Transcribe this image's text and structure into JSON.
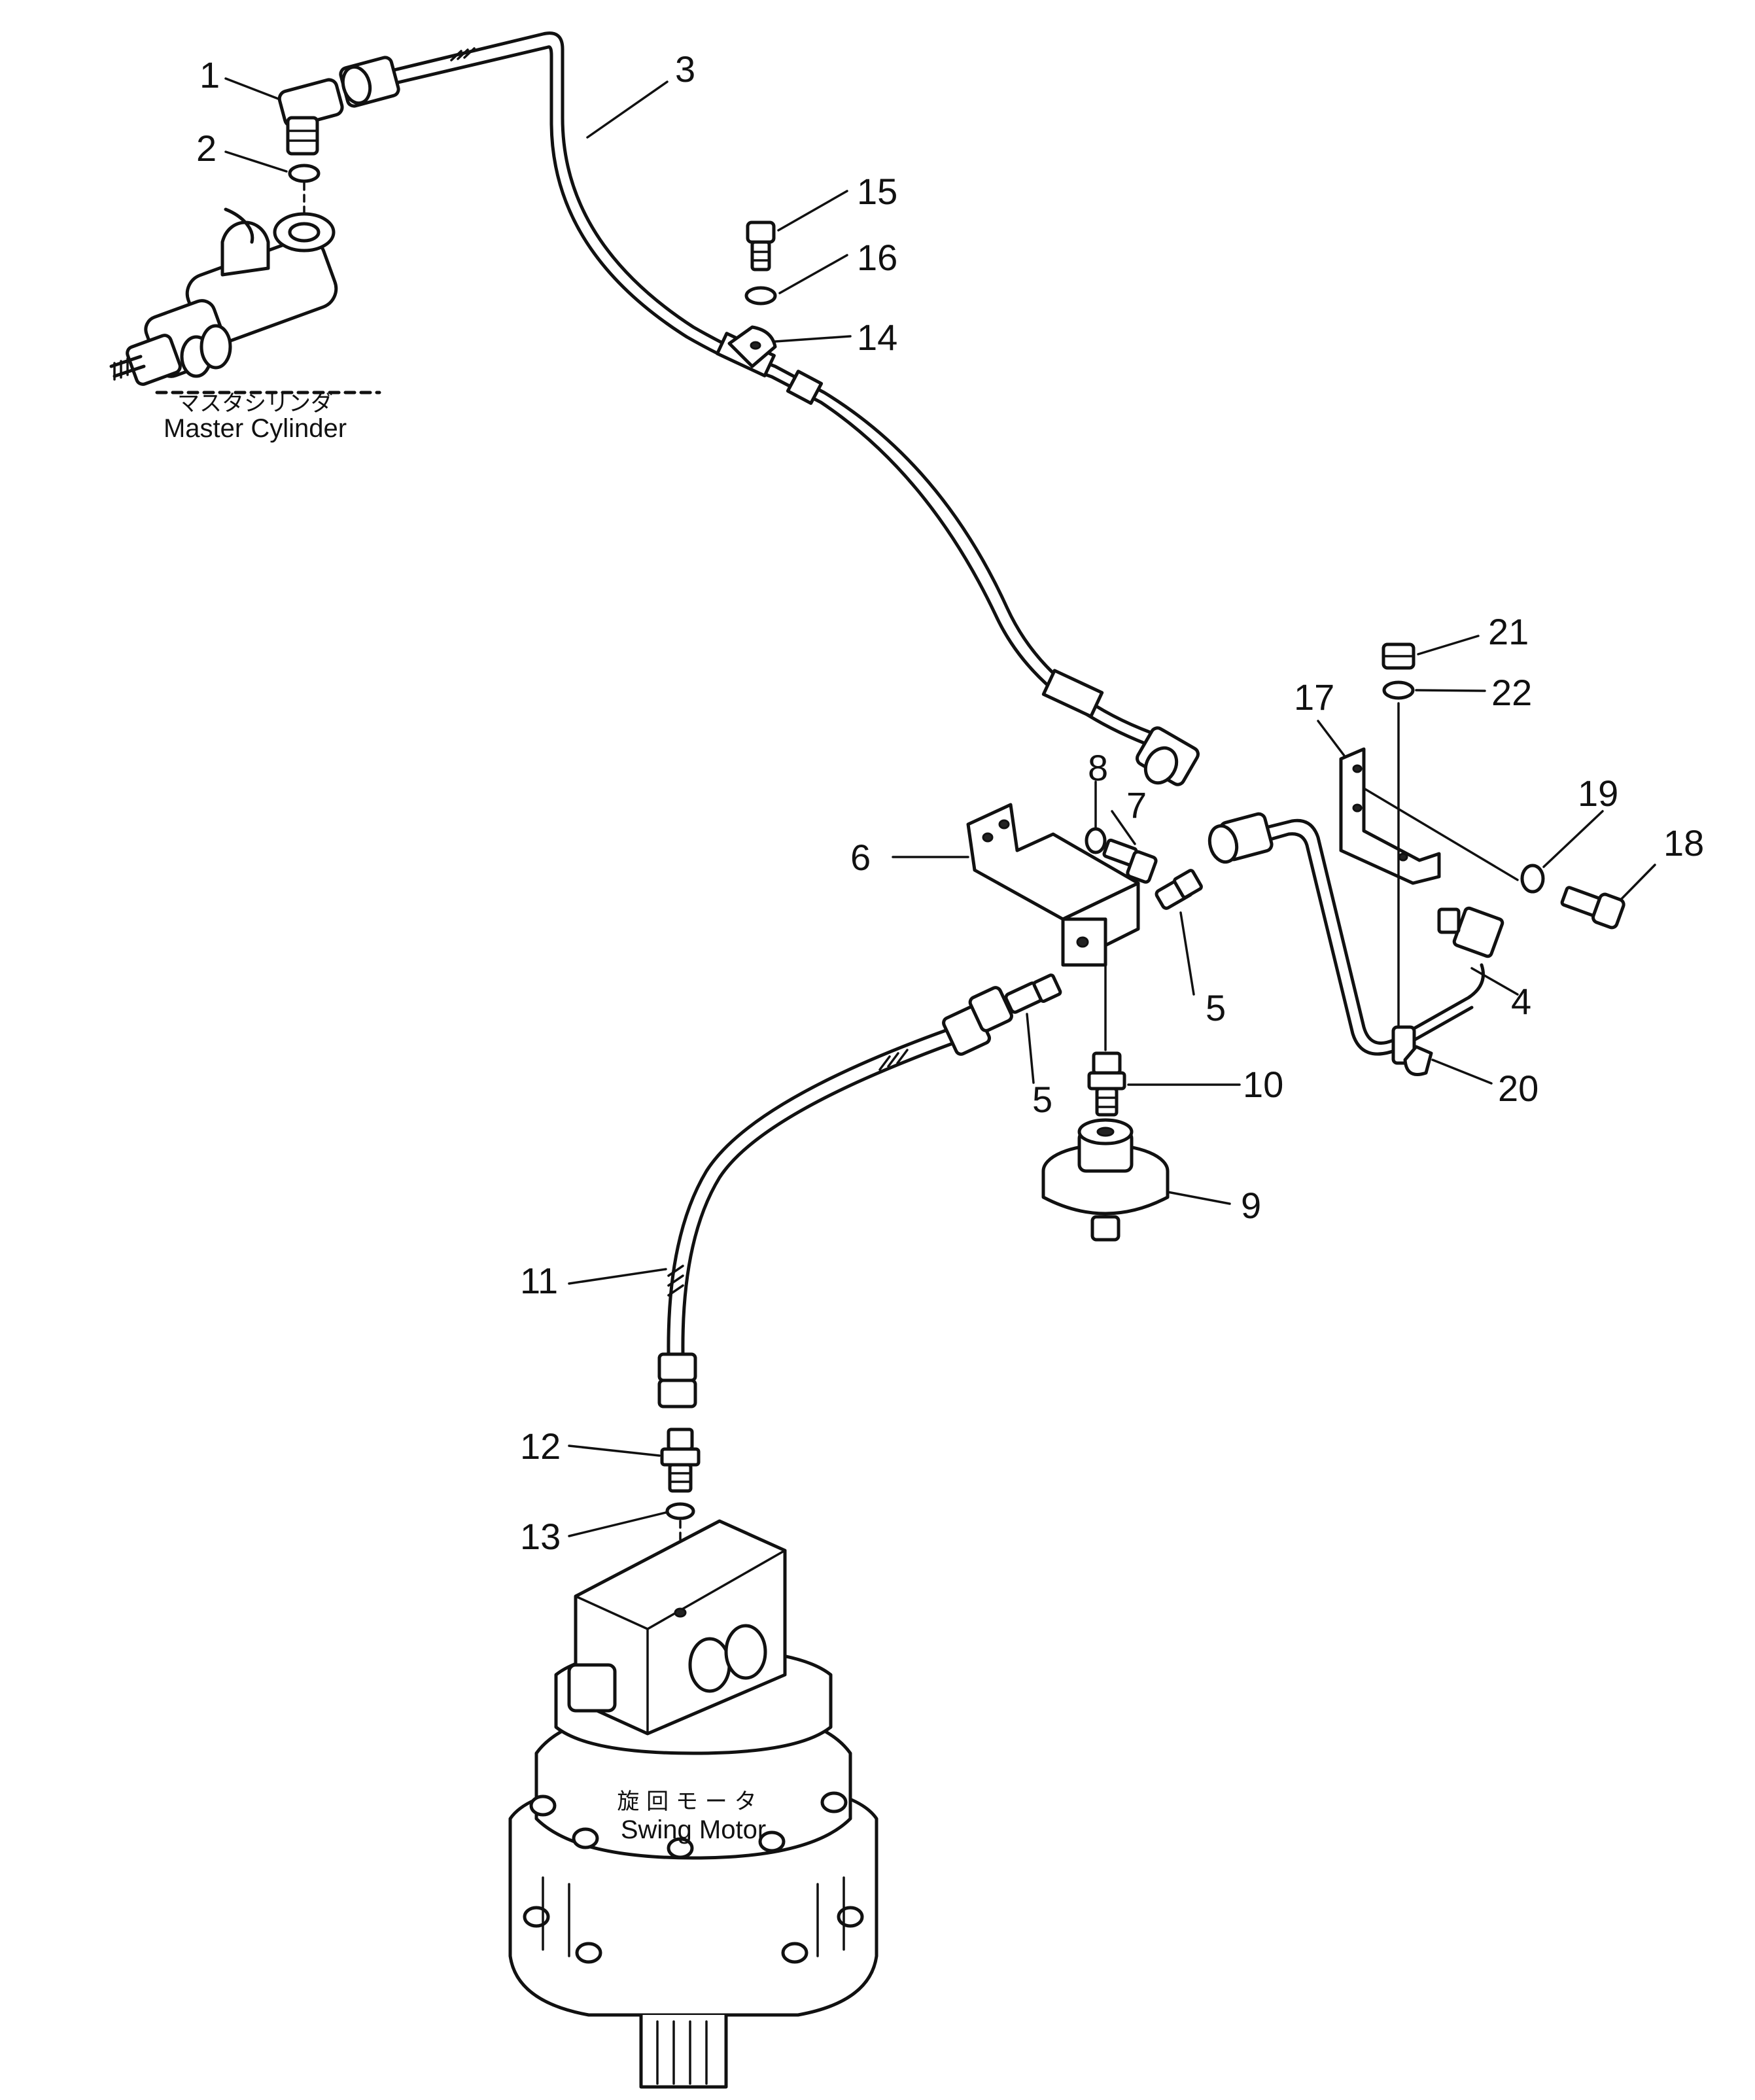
{
  "callouts": [
    "1",
    "2",
    "3",
    "4",
    "5",
    "5",
    "6",
    "7",
    "8",
    "9",
    "10",
    "11",
    "12",
    "13",
    "14",
    "15",
    "16",
    "17",
    "18",
    "19",
    "20",
    "21",
    "22"
  ],
  "components": {
    "master_cylinder": {
      "label_jp": "マスタシリンダ",
      "label_en": "Master  Cylinder"
    },
    "swing_motor": {
      "label_jp": "旋 回 モ ー タ",
      "label_en": "Swing  Motor"
    }
  }
}
